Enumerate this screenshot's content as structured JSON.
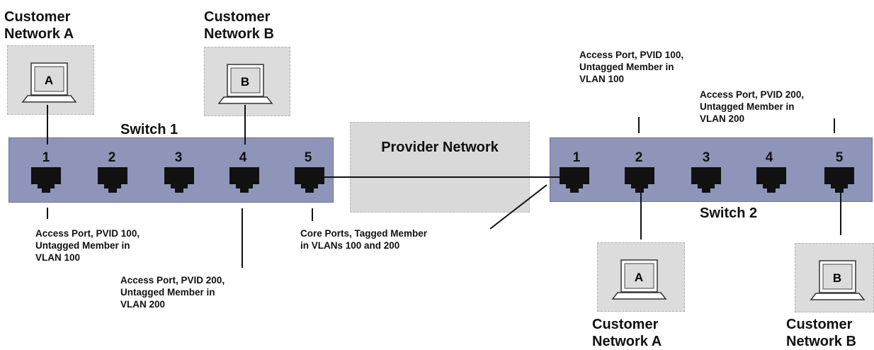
{
  "customers": {
    "top_a": {
      "title_line1": "Customer",
      "title_line2": "Network A",
      "host_letter": "A"
    },
    "top_b": {
      "title_line1": "Customer",
      "title_line2": "Network B",
      "host_letter": "B"
    },
    "bottom_a": {
      "title_line1": "Customer",
      "title_line2": "Network A",
      "host_letter": "A"
    },
    "bottom_b": {
      "title_line1": "Customer",
      "title_line2": "Network B",
      "host_letter": "B"
    }
  },
  "switch1": {
    "label": "Switch 1",
    "ports": [
      "1",
      "2",
      "3",
      "4",
      "5"
    ]
  },
  "switch2": {
    "label": "Switch 2",
    "ports": [
      "1",
      "2",
      "3",
      "4",
      "5"
    ]
  },
  "provider": {
    "label": "Provider Network"
  },
  "notes": {
    "s1_port1": [
      "Access Port, PVID 100,",
      "Untagged Member in",
      "VLAN 100"
    ],
    "s1_port4": [
      "Access Port, PVID 200,",
      "Untagged Member in",
      "VLAN 200"
    ],
    "core": [
      "Core Ports, Tagged Member",
      "in VLANs 100 and 200"
    ],
    "s2_port2": [
      "Access Port, PVID 100,",
      "Untagged Member in",
      "VLAN 100"
    ],
    "s2_port5": [
      "Access Port, PVID 200,",
      "Untagged Member in",
      "VLAN 200"
    ]
  },
  "icons": {
    "host": "laptop-icon",
    "port": "ethernet-port-icon"
  }
}
